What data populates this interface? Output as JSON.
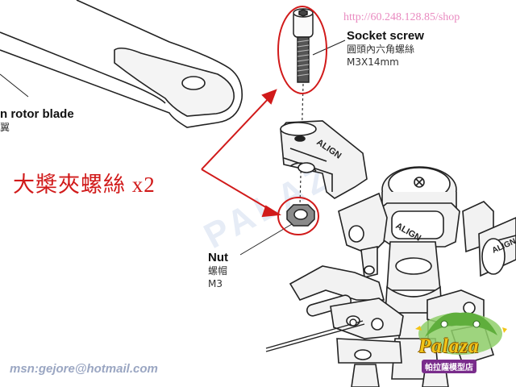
{
  "watermark": {
    "url": "http://60.248.128.85/shop",
    "msn": "msn:gejore@hotmail.com",
    "faint_text": "PALAZA"
  },
  "labels": {
    "socket_screw": {
      "title": "Socket screw",
      "chinese": "圓頭內六角螺絲",
      "spec": "M3X14mm"
    },
    "blade": {
      "title": "n rotor blade",
      "chinese": "翼"
    },
    "nut": {
      "title": "Nut",
      "chinese": "螺帽",
      "spec": "M3"
    },
    "red_caption": "大槳夾螺絲 x2"
  },
  "logo": {
    "word": "Palaza",
    "subtitle": "帕拉薩模型店"
  },
  "colors": {
    "annotation_red": "#d11a1a",
    "url_pink": "#e98ac0",
    "msn_blue": "#9aa6c2",
    "line_dark": "#222222",
    "logo_yellow": "#f2c417",
    "logo_green": "#5fae3c"
  }
}
